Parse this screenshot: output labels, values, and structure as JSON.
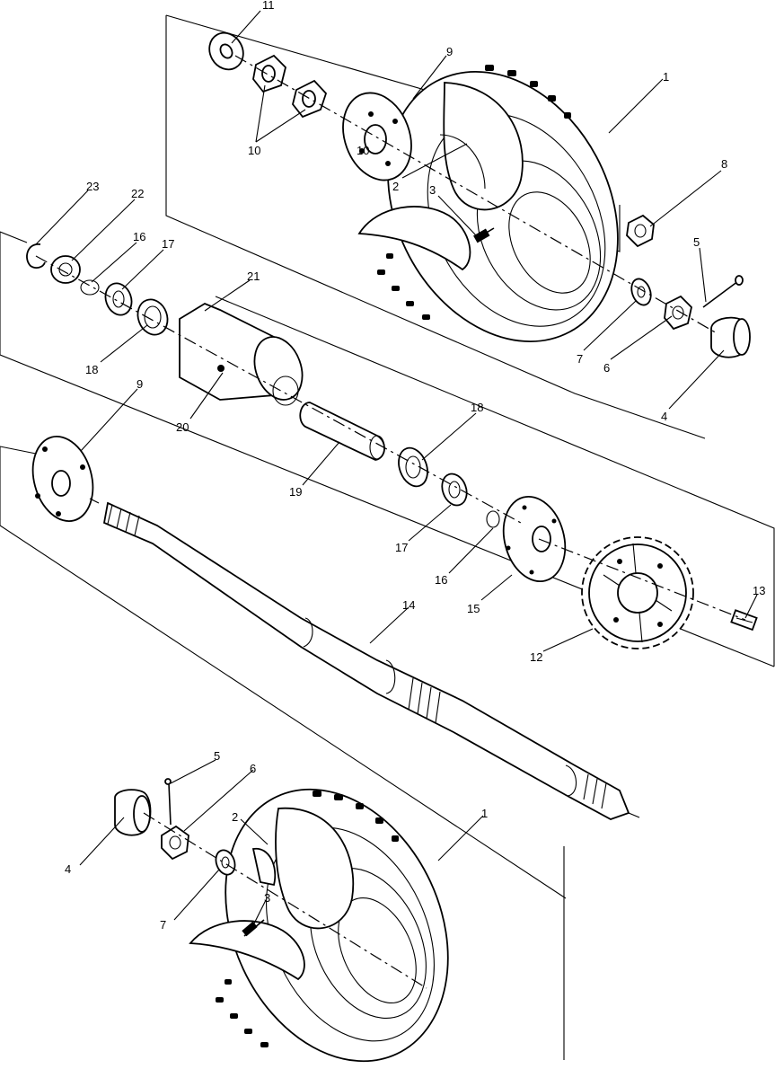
{
  "callouts": [
    {
      "key": "c11",
      "text": "11"
    },
    {
      "key": "c9a",
      "text": "9"
    },
    {
      "key": "c1a",
      "text": "1"
    },
    {
      "key": "c10a",
      "text": "10"
    },
    {
      "key": "c10b",
      "text": "10"
    },
    {
      "key": "c2a",
      "text": "2"
    },
    {
      "key": "c3a",
      "text": "3"
    },
    {
      "key": "c8",
      "text": "8"
    },
    {
      "key": "c5a",
      "text": "5"
    },
    {
      "key": "c7a",
      "text": "7"
    },
    {
      "key": "c6a",
      "text": "6"
    },
    {
      "key": "c4a",
      "text": "4"
    },
    {
      "key": "c23",
      "text": "23"
    },
    {
      "key": "c22",
      "text": "22"
    },
    {
      "key": "c16a",
      "text": "16"
    },
    {
      "key": "c17a",
      "text": "17"
    },
    {
      "key": "c21",
      "text": "21"
    },
    {
      "key": "c18a",
      "text": "18"
    },
    {
      "key": "c20",
      "text": "20"
    },
    {
      "key": "c9b",
      "text": "9"
    },
    {
      "key": "c18b",
      "text": "18"
    },
    {
      "key": "c19",
      "text": "19"
    },
    {
      "key": "c17b",
      "text": "17"
    },
    {
      "key": "c16b",
      "text": "16"
    },
    {
      "key": "c15",
      "text": "15"
    },
    {
      "key": "c13",
      "text": "13"
    },
    {
      "key": "c12",
      "text": "12"
    },
    {
      "key": "c14",
      "text": "14"
    },
    {
      "key": "c5b",
      "text": "5"
    },
    {
      "key": "c6b",
      "text": "6"
    },
    {
      "key": "c2b",
      "text": "2"
    },
    {
      "key": "c1b",
      "text": "1"
    },
    {
      "key": "c4b",
      "text": "4"
    },
    {
      "key": "c3b",
      "text": "3"
    },
    {
      "key": "c7b",
      "text": "7"
    }
  ]
}
